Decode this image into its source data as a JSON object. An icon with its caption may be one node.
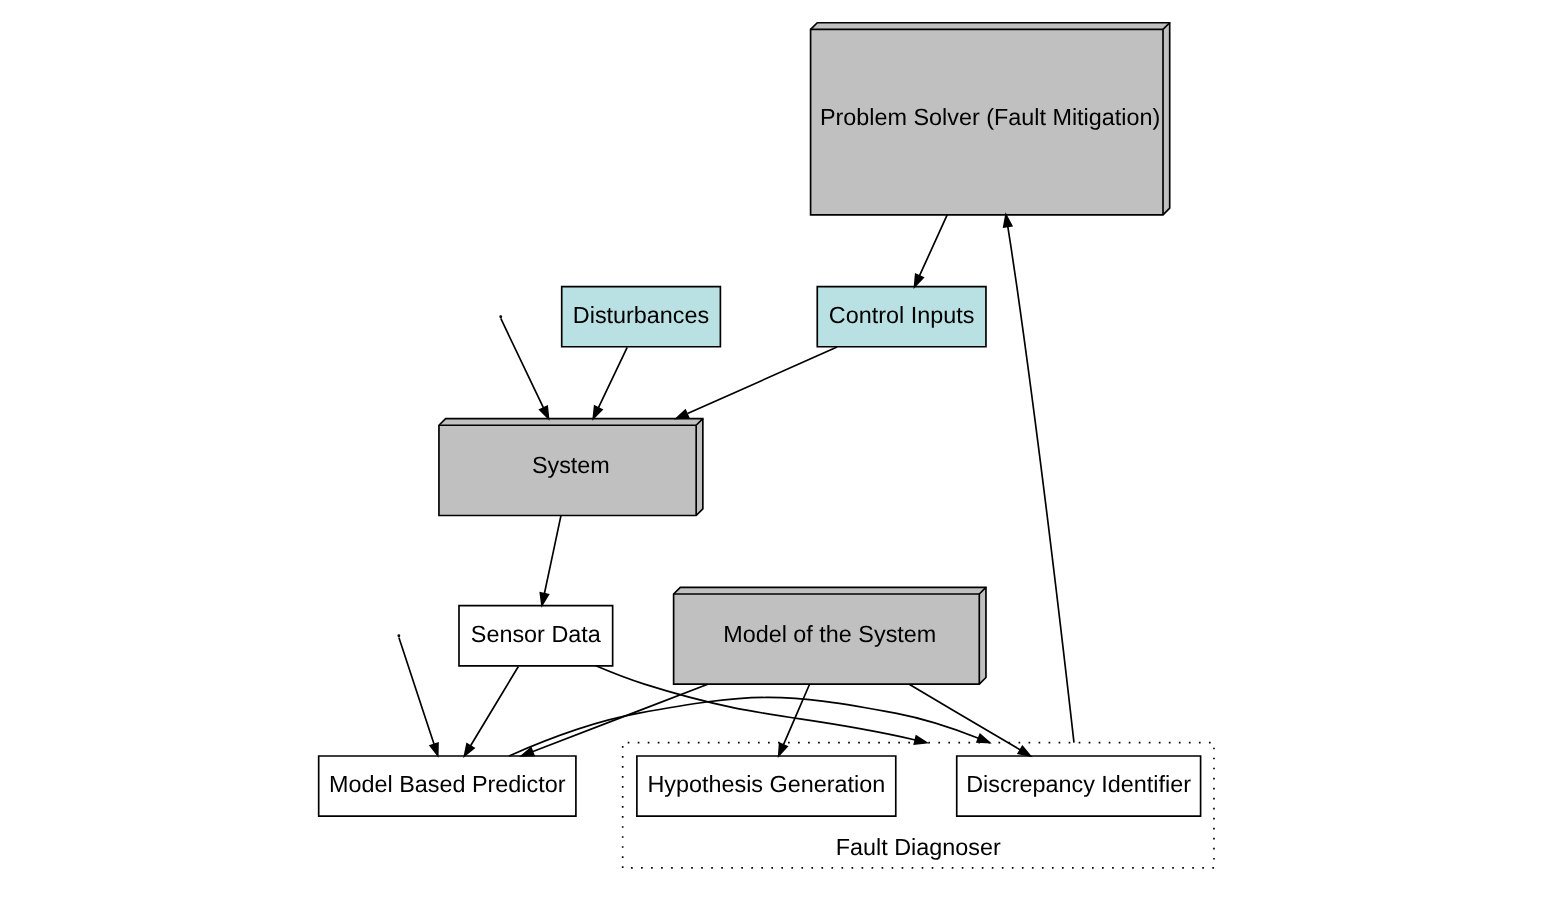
{
  "diagram": {
    "nodes": [
      {
        "text": [
          "Model of the System"
        ]
      },
      {
        "text": [
          "Model Based Predictor"
        ]
      },
      {
        "text": [
          "Fault Diagnoser"
        ]
      },
      {
        "text": [
          "Discrepancy Identifier"
        ],
        "in": 2
      },
      {
        "text": [
          "Hypothesis Generation"
        ],
        "in": 2
      },
      {
        "text": [
          "Problem Solver (Fault Mitigation)"
        ]
      },
      {
        "text": [
          "Sensor Data"
        ]
      },
      {
        "text": [
          "System"
        ]
      },
      {
        "text": [
          "Disturbances"
        ]
      },
      {
        "text": [
          "Control Inputs"
        ]
      }
    ],
    "edges": [
      {
        "from": 0,
        "to": 1,
        "arrow": "to"
      },
      {
        "from": 0,
        "to": 3,
        "arrow": "to"
      },
      {
        "from": 0,
        "to": 4,
        "arrow": "to"
      },
      {
        "from": 1,
        "to": 2,
        "arrow": "to"
      },
      {
        "from": 6,
        "to": 2,
        "arrow": "to"
      },
      {
        "from": 6,
        "to": 1,
        "arrow": "to"
      },
      {
        "from": 7,
        "to": 6,
        "arrow": "to"
      },
      {
        "from": 2,
        "to": 5,
        "arrow": "to"
      },
      {
        "from": 5,
        "to": 9,
        "arrow": "to"
      },
      {
        "from": 8,
        "to": 7,
        "arrow": "to"
      },
      {
        "from": 9,
        "to": 7,
        "arrow": "to"
      },
      {
        "from": null,
        "to": 7,
        "arrow": "to"
      },
      {
        "from": null,
        "to": 1,
        "arrow": "to"
      }
    ]
  }
}
